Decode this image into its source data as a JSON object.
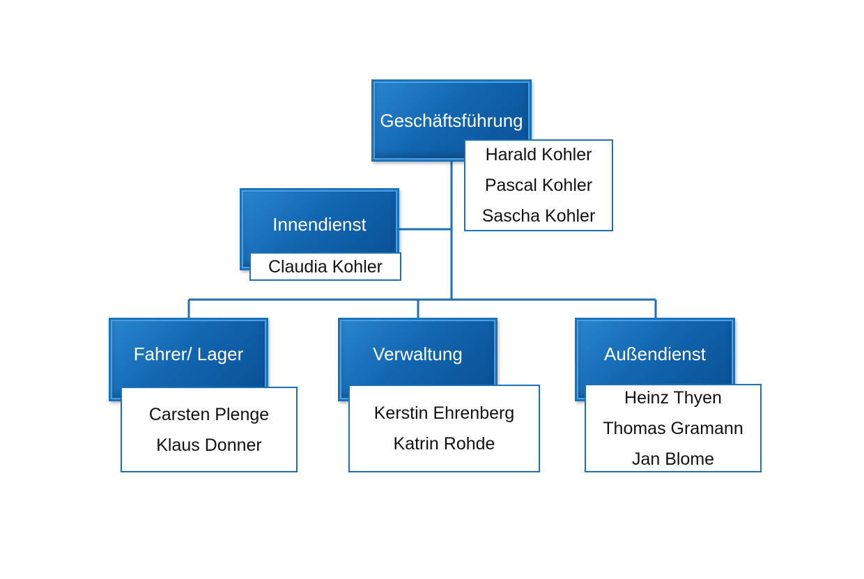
{
  "chart": {
    "head": {
      "title": "Geschäftsführung",
      "members": [
        "Harald Kohler",
        "Pascal Kohler",
        "Sascha Kohler"
      ]
    },
    "staff": {
      "title": "Innendienst",
      "members": [
        "Claudia Kohler"
      ]
    },
    "departments": [
      {
        "title": "Fahrer/ Lager",
        "members": [
          "Carsten Plenge",
          "Klaus Donner"
        ]
      },
      {
        "title": "Verwaltung",
        "members": [
          "Kerstin Ehrenberg",
          "Katrin Rohde"
        ]
      },
      {
        "title": "Außendienst",
        "members": [
          "Heinz Thyen",
          "Thomas Gramann",
          "Jan Blome"
        ]
      }
    ]
  },
  "colors": {
    "box_fill": "#1266b0",
    "line": "#1f6fb5",
    "names_border": "#1f6fb5"
  }
}
